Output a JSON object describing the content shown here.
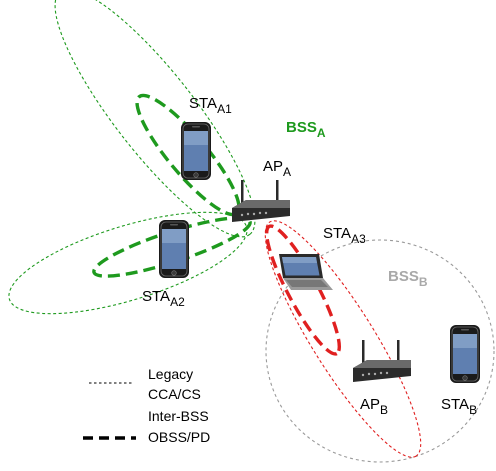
{
  "colors": {
    "bss_a": "#1e9a1e",
    "bss_b": "#a9a9a9",
    "inter_bss_red": "#e02020",
    "circle_b": "#9a9a9a",
    "device": "#1a1a1a"
  },
  "labels": {
    "sta_a1_main": "STA",
    "sta_a1_sub": "A1",
    "sta_a2_main": "STA",
    "sta_a2_sub": "A2",
    "sta_a3_main": "STA",
    "sta_a3_sub": "A3",
    "ap_a_main": "AP",
    "ap_a_sub": "A",
    "ap_b_main": "AP",
    "ap_b_sub": "B",
    "sta_b_main": "STA",
    "sta_b_sub": "B",
    "bss_a_main": "BSS",
    "bss_a_sub": "A",
    "bss_b_main": "BSS",
    "bss_b_sub": "B"
  },
  "legend": {
    "legacy_line1": "Legacy",
    "legacy_line2": "CCA/CS",
    "inter_line1": "Inter-BSS",
    "inter_line2": "OBSS/PD"
  },
  "icons": {
    "phone": "smartphone-icon",
    "router": "wireless-router-icon",
    "laptop": "laptop-icon"
  }
}
